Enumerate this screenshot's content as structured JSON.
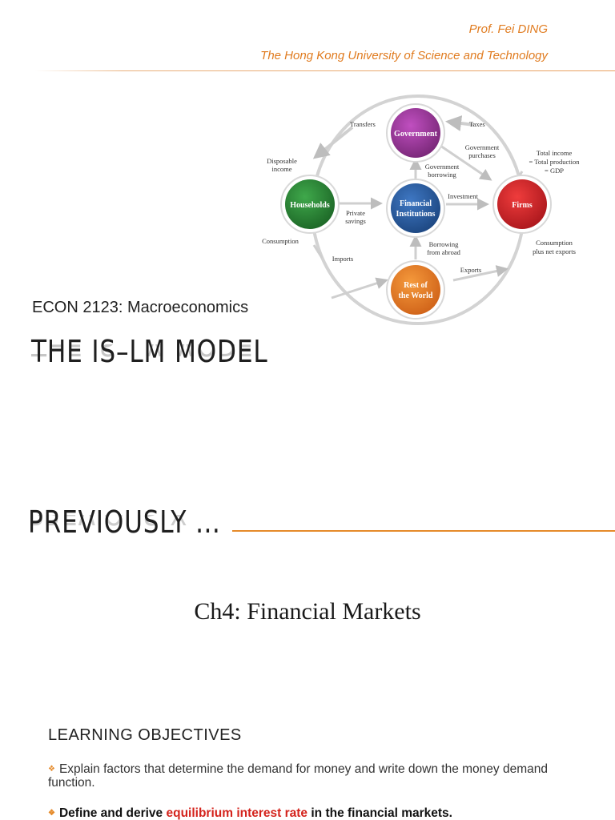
{
  "slide1": {
    "author": "Prof. Fei DING",
    "institution": "The Hong Kong University of Science and Technology",
    "course": "ECON 2123: Macroeconomics",
    "title": "THE IS–LM MODEL",
    "diagram": {
      "nodes": {
        "government": "Government",
        "households": "Households",
        "financial": [
          "Financial",
          "Institutions"
        ],
        "firms": "Firms",
        "rest_of_world": [
          "Rest of",
          "the World"
        ]
      },
      "labels": {
        "transfers": "Transfers",
        "taxes": "Taxes",
        "disposable_income": [
          "Disposable",
          "income"
        ],
        "government_purchases": [
          "Government",
          "purchases"
        ],
        "total_income": [
          "Total income",
          "= Total production",
          "= GDP"
        ],
        "government_borrowing": [
          "Government",
          "borrowing"
        ],
        "investment": "Investment",
        "private_savings": [
          "Private",
          "savings"
        ],
        "consumption": "Consumption",
        "borrowing_from_abroad": [
          "Borrowing",
          "from abroad"
        ],
        "consumption_plus_net_exports": [
          "Consumption",
          "plus net exports"
        ],
        "imports": "Imports",
        "exports": "Exports"
      },
      "colors": {
        "government": "#9b3a9a",
        "households": "#2f8a3a",
        "financial": "#2b5ea3",
        "firms": "#d9262c",
        "rest_of_world": "#e67e22",
        "arrow": "#c8c8c8"
      }
    }
  },
  "slide2": {
    "title": "PREVIOUSLY …",
    "subtitle": "Ch4: Financial Markets"
  },
  "slide3": {
    "title": "LEARNING OBJECTIVES",
    "bullets": [
      {
        "text": "Explain factors that determine the demand for money and write down the money demand function."
      },
      {
        "before": "Define and derive ",
        "highlight": "equilibrium interest rate",
        "after": " in the financial markets."
      }
    ]
  },
  "accent_color": "#e07b1f"
}
